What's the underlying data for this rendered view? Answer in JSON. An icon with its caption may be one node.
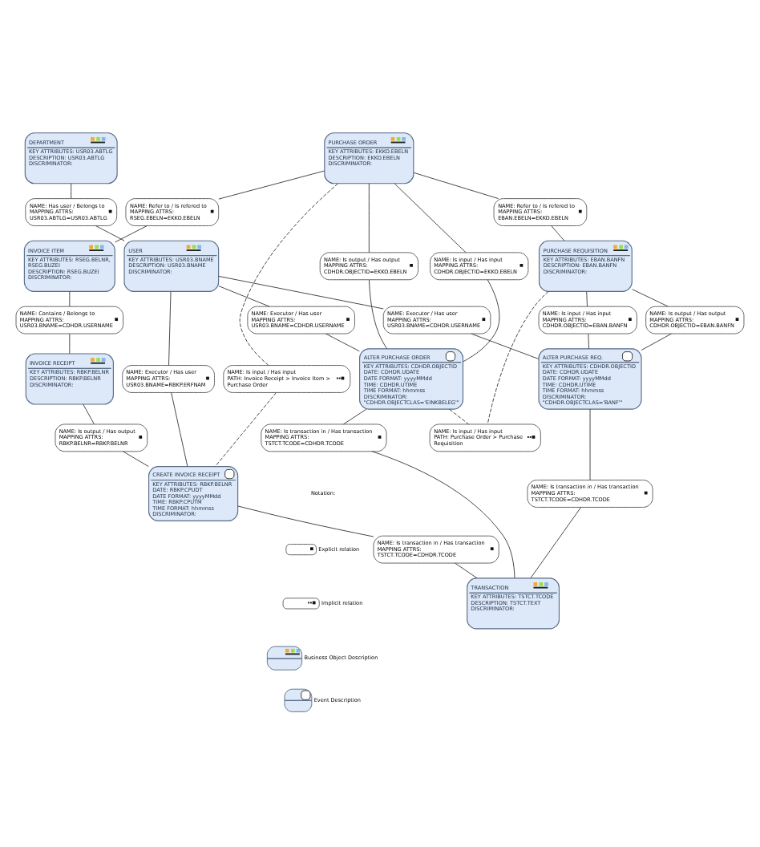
{
  "diagram": {
    "nodes": [
      {
        "text": [
          "PURCHASE ORDER",
          "KEY ATTRIBUTES: EKKO.EBELN",
          "DESCRIPTION: EKKO.EBELN",
          "DISCRIMINATOR:"
        ]
      },
      {
        "text": [
          "NAME: Refer to / Is refered to",
          "MAPPING ATTRS:",
          "RSEG.EBELN=EKKO.EBELN"
        ]
      },
      {
        "text": [
          "NAME: Is input / Has input",
          "PATH: Invoice Receipt > Invoice Item > Purchase Order"
        ]
      },
      {
        "text": [
          "DEPARTMENT",
          "KEY ATTRIBUTES: USR03.ABTLG",
          "DESCRIPTION: USR03.ABTLG",
          "DISCRIMINATOR:"
        ]
      },
      {
        "text": [
          "INVOICE ITEM",
          "KEY ATTRIBUTES: RSEG.BELNR, RSEG.BUZEI",
          "DESCRIPTION: RSEG.BUZEI",
          "DISCRIMINATOR:"
        ]
      },
      {
        "text": [
          "NAME: Is input / Has input",
          "MAPPING ATTRS:",
          "CDHDR.OBJECTID=EKKO.EBELN"
        ]
      },
      {
        "text": [
          "NAME: Is output / Has output",
          "MAPPING ATTRS:",
          "CDHDR.OBJECTID=EKKO.EBELN"
        ]
      },
      {
        "text": [
          "NAME: Refer to / Is refered to",
          "MAPPING ATTRS:",
          "EBAN.EBELN=EKKO.EBELN"
        ]
      },
      {
        "text": [
          "NAME: Has user / Belongs to",
          "MAPPING ATTRS:",
          "USR03.ABTLG=USR03.ABTLG"
        ]
      },
      {
        "text": [
          "NAME: Contains / Belongs to",
          "MAPPING ATTRS:",
          "USR03.BNAME=CDHDR.USERNAME"
        ]
      },
      {
        "text": [
          "USER",
          "KEY ATTRIBUTES: USR03.BNAME",
          "DESCRIPTION: USR03.BNAME",
          "DISCRIMINATOR:"
        ]
      },
      {
        "text": [
          "INVOICE RECEIPT",
          "KEY ATTRIBUTES: RBKP.BELNR",
          "DESCRIPTION: RBKP.BELNR",
          "DISCRIMINATOR:"
        ]
      },
      {
        "text": [
          "ALTER PURCHASE ORDER",
          "KEY ATTRIBUTES: CDHDR.OBJECTID",
          "DATE: CDHDR.UDATE",
          "DATE FORMAT: yyyyMMdd",
          "TIME: CDHDR.UTIME",
          "TIME FORMAT: hhmmss",
          "DISCRIMINATOR: \"CDHDR.OBJECTCLAS='EINKBELEG'\""
        ]
      },
      {
        "text": [
          "NAME: Executor / Has user",
          "MAPPING ATTRS:",
          "USR03.BNAME=RBKP.ERFNAM"
        ]
      },
      {
        "text": [
          "NAME: Executor / Has user",
          "MAPPING ATTRS:",
          "USR03.BNAME=CDHDR.USERNAME"
        ]
      },
      {
        "text": [
          "NAME: Executor / Has user",
          "MAPPING ATTRS:",
          "USR03.BNAME=CDHDR.USERNAME"
        ]
      },
      {
        "text": [
          "NAME: Is output / Has output",
          "MAPPING ATTRS:",
          "RBKP.BELNR=RBKP.BELNR"
        ]
      },
      {
        "text": [
          "PURCHASE REQUISITION",
          "KEY ATTRIBUTES: EBAN.BANFN",
          "DESCRIPTION: EBAN.BANFN",
          "DISCRIMINATOR:"
        ]
      },
      {
        "text": [
          "NAME: Is input / Has input",
          "MAPPING ATTRS:",
          "CDHDR.OBJECTID=EBAN.BANFN"
        ]
      },
      {
        "text": [
          "NAME: Is output / Has output",
          "MAPPING ATTRS:",
          "CDHDR.OBJECTID=EBAN.BANFN"
        ]
      },
      {
        "text": [
          "ALTER PURCHASE REQ.",
          "KEY ATTRIBUTES: CDHDR.OBJECTID",
          "DATE: CDHDR.UDATE",
          "DATE FORMAT: yyyyMMdd",
          "TIME: CDHDR.UTIME",
          "TIME FORMAT: hhmmss",
          "DISCRIMINATOR: \"CDHDR.OBJECTCLAS='BANF'\""
        ]
      },
      {
        "text": [
          "CREATE INVOICE RECEIPT",
          "KEY ATTRIBUTES: RBKP.BELNR",
          "DATE: RBKP.CPUDT",
          "DATE FORMAT: yyyyMMdd",
          "TIME: RBKP.CPUTM",
          "TIME FORMAT: hhmmss",
          "DISCRIMINATOR:"
        ]
      },
      {
        "text": [
          "NAME: Is input / Has input",
          "PATH: Purchase Order > Purchase Requisition"
        ]
      },
      {
        "text": [
          "NAME: Is transaction in / Has transaction",
          "MAPPING ATTRS:",
          "TSTCT.TCODE=CDHDR.TCODE"
        ]
      },
      {
        "text": [
          "NAME: Is transaction in / Has transaction",
          "MAPPING ATTRS:",
          "TSTCT.TCODE=CDHDR.TCODE"
        ]
      },
      {
        "text": [
          "NAME: Is transaction in / Has transaction",
          "MAPPING ATTRS:",
          "TSTCT.TCODE=CDHDR.TCODE"
        ]
      },
      {
        "text": [
          "TRANSACTION",
          "KEY ATTRIBUTES: TSTCT.TCODE",
          "DESCRIPTION: TSTCT.TEXT",
          "DISCRIMINATOR:"
        ]
      }
    ],
    "edges": [
      {
        "from": 0,
        "to": 5,
        "arrow": "none"
      },
      {
        "from": 5,
        "to": 12,
        "arrow": "none"
      },
      {
        "from": 0,
        "to": 6,
        "arrow": "none"
      },
      {
        "from": 6,
        "to": 12,
        "arrow": "none"
      },
      {
        "from": 0,
        "to": 7,
        "arrow": "none"
      },
      {
        "from": 7,
        "to": 17,
        "arrow": "none"
      },
      {
        "from": 0,
        "to": 1,
        "arrow": "none"
      },
      {
        "from": 1,
        "to": 4,
        "arrow": "none"
      },
      {
        "from": 0,
        "to": 2,
        "arrow": "none",
        "style": "dashed"
      },
      {
        "from": 2,
        "to": 21,
        "arrow": "none",
        "style": "dashed"
      },
      {
        "from": 3,
        "to": 8,
        "arrow": "none"
      },
      {
        "from": 8,
        "to": 10,
        "arrow": "none"
      },
      {
        "from": 4,
        "to": 9,
        "arrow": "none"
      },
      {
        "from": 9,
        "to": 11,
        "arrow": "none"
      },
      {
        "from": 10,
        "to": 13,
        "arrow": "none"
      },
      {
        "from": 13,
        "to": 21,
        "arrow": "none"
      },
      {
        "from": 10,
        "to": 14,
        "arrow": "none"
      },
      {
        "from": 14,
        "to": 12,
        "arrow": "none"
      },
      {
        "from": 10,
        "to": 15,
        "arrow": "none"
      },
      {
        "from": 15,
        "to": 20,
        "arrow": "none"
      },
      {
        "from": 11,
        "to": 16,
        "arrow": "none"
      },
      {
        "from": 16,
        "to": 21,
        "arrow": "none"
      },
      {
        "from": 17,
        "to": 18,
        "arrow": "none"
      },
      {
        "from": 18,
        "to": 20,
        "arrow": "none"
      },
      {
        "from": 17,
        "to": 19,
        "arrow": "none"
      },
      {
        "from": 19,
        "to": 20,
        "arrow": "none"
      },
      {
        "from": 12,
        "to": 22,
        "arrow": "none",
        "style": "dashed"
      },
      {
        "from": 17,
        "to": 22,
        "arrow": "none",
        "style": "dashed"
      },
      {
        "from": 12,
        "to": 24,
        "arrow": "none"
      },
      {
        "from": 24,
        "to": 26,
        "arrow": "none"
      },
      {
        "from": 20,
        "to": 23,
        "arrow": "none"
      },
      {
        "from": 23,
        "to": 26,
        "arrow": "none"
      },
      {
        "from": 21,
        "to": 25,
        "arrow": "none"
      },
      {
        "from": 25,
        "to": 26,
        "arrow": "none"
      }
    ],
    "labels": [
      "Notation:"
    ],
    "legend": [
      {
        "text": "Explicit relation"
      },
      {
        "text": "Implicit relation"
      },
      {
        "text": "Business Object Description"
      },
      {
        "text": "Event Description"
      }
    ]
  }
}
